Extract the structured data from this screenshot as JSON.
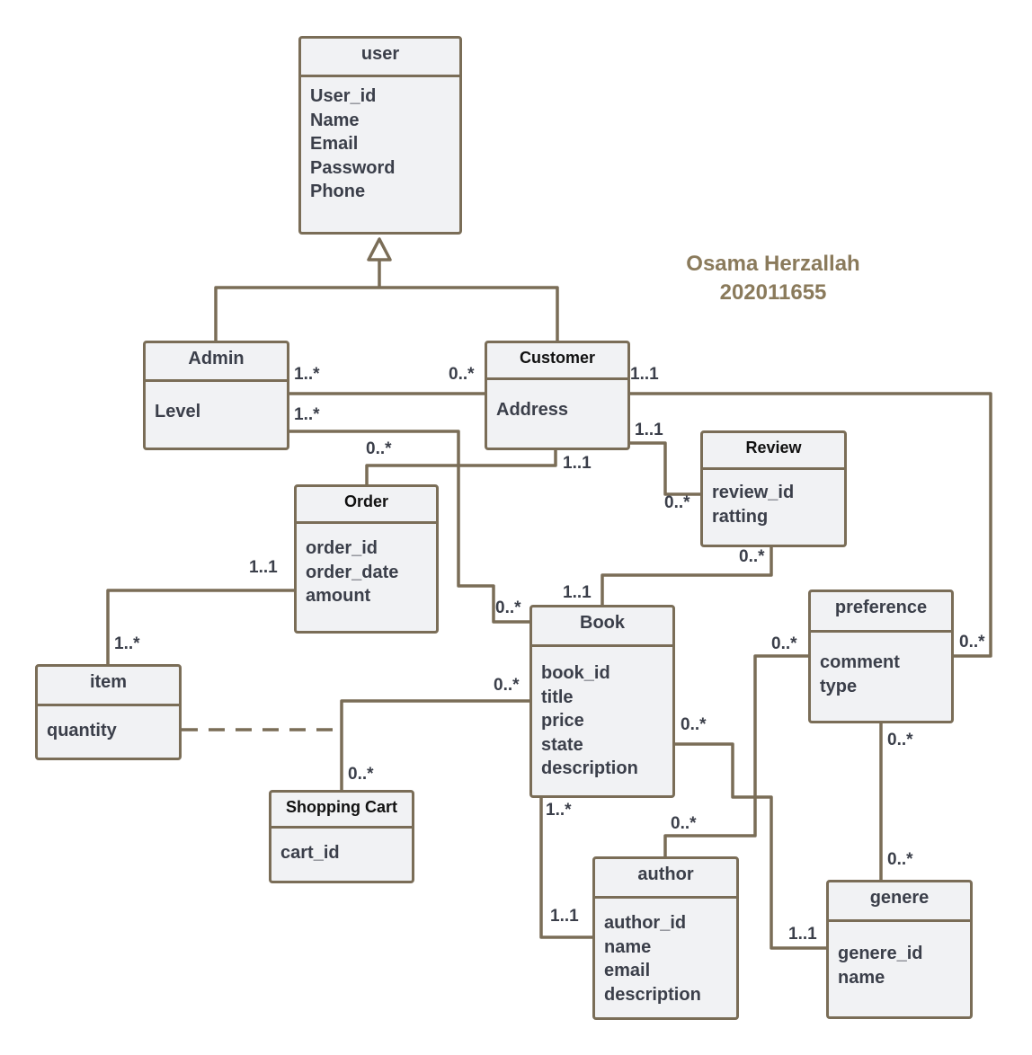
{
  "author": {
    "name": "Osama Herzallah",
    "id": "202011655"
  },
  "classes": {
    "user": {
      "name": "user",
      "attributes": [
        "User_id",
        "Name",
        "Email",
        "Password",
        "Phone"
      ]
    },
    "admin": {
      "name": "Admin",
      "attributes": [
        "Level"
      ]
    },
    "customer": {
      "name": "Customer",
      "attributes": [
        "Address"
      ]
    },
    "review": {
      "name": "Review",
      "attributes": [
        "review_id",
        "ratting"
      ]
    },
    "order": {
      "name": "Order",
      "attributes": [
        "order_id",
        "order_date",
        "amount"
      ]
    },
    "book": {
      "name": "Book",
      "attributes": [
        "book_id",
        "title",
        "price",
        "state",
        "description"
      ]
    },
    "preference": {
      "name": "preference",
      "attributes": [
        "comment",
        "type"
      ]
    },
    "item": {
      "name": "item",
      "attributes": [
        "quantity"
      ]
    },
    "cart": {
      "name": "Shopping Cart",
      "attributes": [
        "cart_id"
      ]
    },
    "author": {
      "name": "author",
      "attributes": [
        "author_id",
        "name",
        "email",
        "description"
      ]
    },
    "genere": {
      "name": "genere",
      "attributes": [
        "genere_id",
        "name"
      ]
    }
  },
  "multiplicities": {
    "admin_customer_admin": "1..*",
    "admin_customer_customer": "0..*",
    "admin_book_admin": "1..*",
    "admin_book_book": "0..*",
    "customer_order_order": "0..*",
    "customer_order_customer": "1..1",
    "customer_review_customer": "1..1",
    "customer_review_review": "0..*",
    "customer_preference_customer": "1..1",
    "customer_preference_preference": "0..*",
    "review_book_review": "0..*",
    "review_book_book": "1..1",
    "order_item_order": "1..1",
    "order_item_item": "1..*",
    "book_cart_book": "0..*",
    "book_cart_cart": "0..*",
    "book_author_book": "1..*",
    "book_author_author": "1..1",
    "book_genere_book": "0..*",
    "book_genere_genere": "1..1",
    "preference_author_preference": "0..*",
    "preference_author_author": "0..*",
    "preference_genere_preference": "0..*",
    "preference_genere_genere": "0..*"
  },
  "colors": {
    "line": "#7a6d57",
    "box_fill": "#f1f2f4",
    "text": "#3b3f4a",
    "author_note": "#8a7a5b"
  }
}
